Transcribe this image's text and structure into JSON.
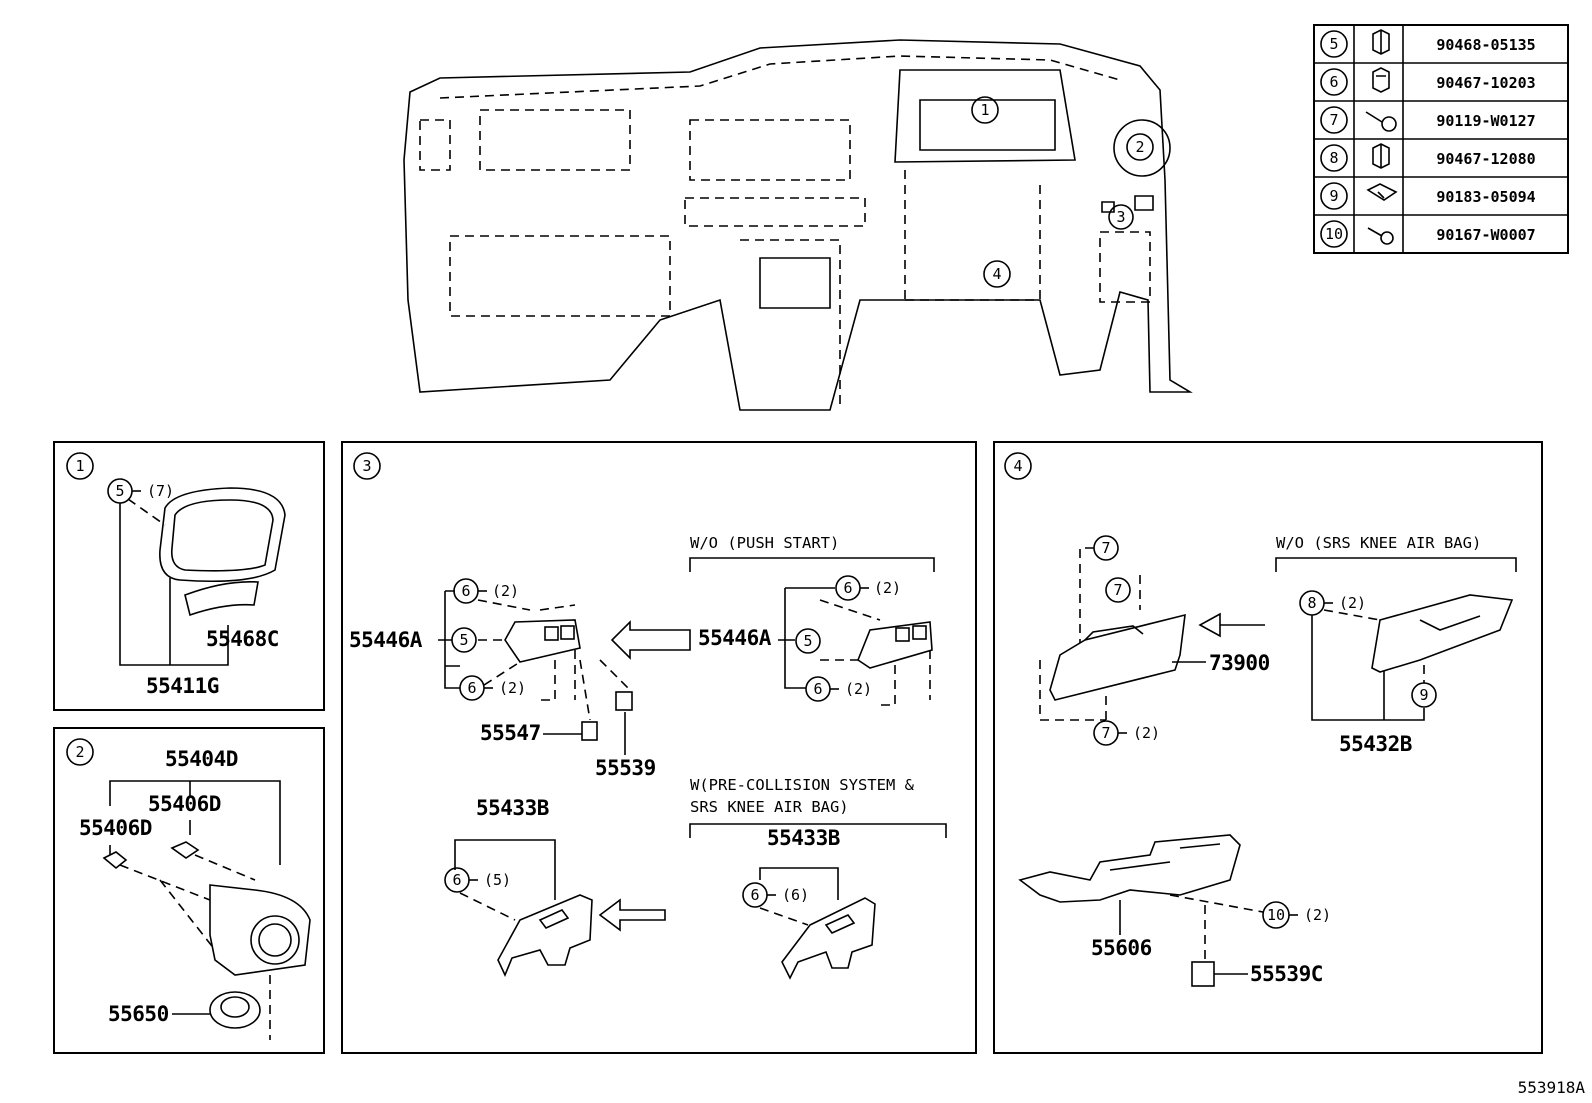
{
  "fastener_table": [
    {
      "callout": "5",
      "part_number": "90468-05135"
    },
    {
      "callout": "6",
      "part_number": "90467-10203"
    },
    {
      "callout": "7",
      "part_number": "90119-W0127"
    },
    {
      "callout": "8",
      "part_number": "90467-12080"
    },
    {
      "callout": "9",
      "part_number": "90183-05094"
    },
    {
      "callout": "10",
      "part_number": "90167-W0007"
    }
  ],
  "overview_callouts": [
    "1",
    "2",
    "3",
    "4"
  ],
  "panel1": {
    "number": "1",
    "callout_a": "5",
    "callout_a_qty": "(7)",
    "part_a": "55468C",
    "part_b": "55411G"
  },
  "panel2": {
    "number": "2",
    "part_a": "55404D",
    "part_b": "55406D",
    "part_c": "55406D",
    "part_d": "55650"
  },
  "panel3": {
    "number": "3",
    "cond_a": "W/O (PUSH START)",
    "cond_b_line1": "W(PRE-COLLISION SYSTEM &",
    "cond_b_line2": "SRS KNEE AIR BAG)",
    "left_part": "55446A",
    "left_c1": "6",
    "left_c1_qty": "(2)",
    "left_c2": "5",
    "left_c3": "6",
    "left_c3_qty": "(2)",
    "right_part": "55446A",
    "right_c1": "6",
    "right_c1_qty": "(2)",
    "right_c2": "5",
    "right_c3": "6",
    "right_c3_qty": "(2)",
    "part_55547": "55547",
    "part_55539": "55539",
    "lower_left_part": "55433B",
    "lower_left_c": "6",
    "lower_left_qty": "(5)",
    "lower_right_part": "55433B",
    "lower_right_c": "6",
    "lower_right_qty": "(6)"
  },
  "panel4": {
    "number": "4",
    "cond": "W/O (SRS KNEE AIR BAG)",
    "c_top": "7",
    "c_mid": "7",
    "c_bot": "7",
    "c_bot_qty": "(2)",
    "part_glovebox": "73900",
    "right_c8": "8",
    "right_c8_qty": "(2)",
    "right_c9": "9",
    "right_part": "55432B",
    "part_bracket": "55606",
    "c10": "10",
    "c10_qty": "(2)",
    "part_55539C": "55539C"
  },
  "diagram_id": "553918A"
}
